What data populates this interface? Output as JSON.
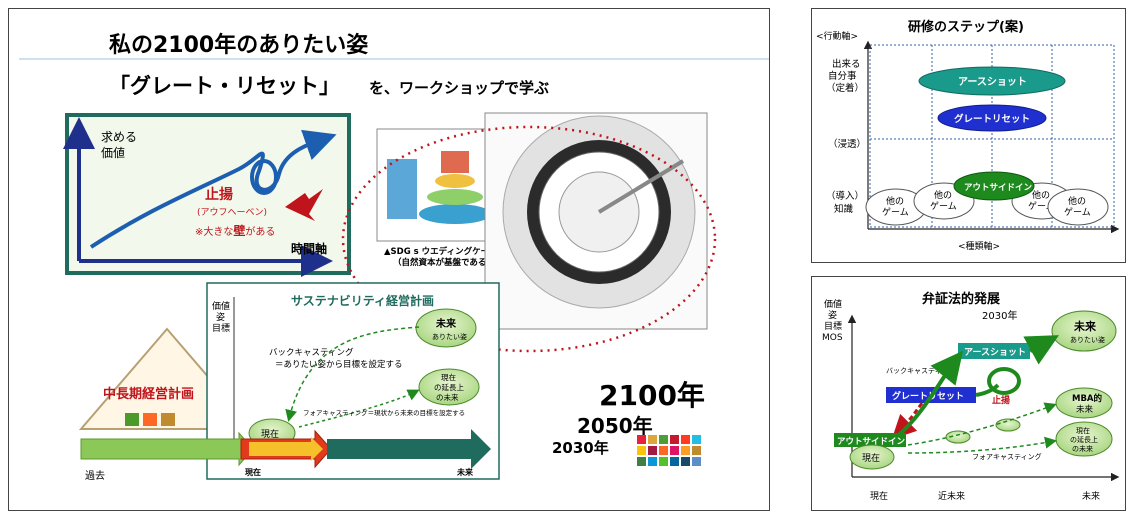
{
  "main": {
    "title": "私の2100年のありたい姿",
    "subtitle_bracket": "「グレート・リセット」",
    "subtitle_rest": "を、ワークショップで学ぶ",
    "value_chart": {
      "ylabel_line1": "求める",
      "ylabel_line2": "価値",
      "xlabel": "時間軸",
      "aufheben": "止揚",
      "aufheben_reading": "(アウフヘーベン)",
      "wall_prefix": "※大きな",
      "wall_em": "壁",
      "wall_suffix": "がある"
    },
    "sdg_caption_1": "▲SDG s ウエディングケーキ",
    "sdg_caption_2": "（自然資本が基盤である）",
    "mid_term_plan": "中長期経営計画",
    "past": "過去",
    "now_axis": "現在",
    "future_axis": "未来",
    "sustain": {
      "title": "サステナビリティ経営計画",
      "ylabel_1": "価値",
      "ylabel_2": "姿",
      "ylabel_3": "目標",
      "future_1": "未来",
      "future_2": "ありたい姿",
      "backcasting_1": "バックキャスティング",
      "backcasting_2": "＝ありたい姿から目標を設定する",
      "extension_1": "現在",
      "extension_2": "の延長上",
      "extension_3": "の未来",
      "forecasting": "フォアキャスティング＝現状から未来の目標を設定する",
      "now": "現在"
    },
    "year_2100": "2100年",
    "year_2050": "2050年",
    "year_2030": "2030年"
  },
  "steps_panel": {
    "title": "研修のステップ(案)",
    "y_axis": "<行動軸>",
    "x_axis": "<種類軸>",
    "row_1": [
      "出来る",
      "自分事",
      "（定着）"
    ],
    "row_2": "（浸透）",
    "row_3": [
      "（導入）",
      "知識"
    ],
    "earthshot": "アースショット",
    "great_reset": "グレートリセット",
    "outsiding": "アウトサイドイン",
    "other_game_1": "他の",
    "other_game_2": "ゲーム"
  },
  "dialectic_panel": {
    "title": "弁証法的発展",
    "y_1": "価値",
    "y_2": "姿",
    "y_3": "目標",
    "y_4": "MOS",
    "year": "2030年",
    "future_1": "未来",
    "future_2": "ありたい姿",
    "earthshot": "アースショット",
    "backcasting": "バックキャスティング",
    "great_reset": "グレートリセット",
    "aufheben": "止揚",
    "mba_1": "MBA的",
    "mba_2": "未来",
    "ext_1": "現在",
    "ext_2": "の延長上",
    "ext_3": "の未来",
    "outsiding": "アウトサイドイン",
    "now": "現在",
    "forecasting": "フォアキャスティング",
    "x_now": "現在",
    "x_near": "近未来",
    "x_future": "未来"
  },
  "colors": {
    "teal_frame": "#1f6b5e",
    "navy": "#1f2f8c",
    "green": "#1e8a1e",
    "light_green": "#c7e6a8",
    "red": "#c0141c",
    "blue_curve": "#1c5fb0"
  }
}
